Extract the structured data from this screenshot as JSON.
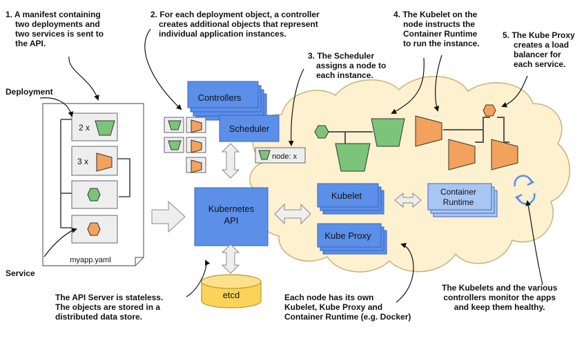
{
  "annotations": {
    "step1": [
      "1. A manifest containing",
      "two deployments and",
      "two services is sent to",
      "the API."
    ],
    "step2": [
      "2. For each deployment object, a controller",
      "creates additional objects that represent",
      "individual application instances."
    ],
    "step3": [
      "3. The Scheduler",
      "assigns a node to",
      "each instance."
    ],
    "step4": [
      "4. The Kubelet on the",
      "node instructs the",
      "Container Runtime",
      "to run the instance."
    ],
    "step5": [
      "5. The Kube Proxy",
      "creates a load",
      "balancer for",
      "each service."
    ],
    "deployment": "Deployment",
    "service": "Service",
    "api_server_note": [
      "The API Server is stateless.",
      "The objects are stored in a",
      "distributed data store."
    ],
    "node_note": [
      "Each node has its own",
      "Kubelet, Kube Proxy and",
      "Container Runtime (e.g. Docker)"
    ],
    "kubelet_note": [
      "The Kubelets and the various",
      "controllers monitor the apps",
      "and keep them healthy."
    ]
  },
  "manifest": {
    "filename": "myapp.yaml",
    "deploy1_count": "2 x",
    "deploy2_count": "3 x"
  },
  "components": {
    "controllers": "Controllers",
    "scheduler": "Scheduler",
    "api": [
      "Kubernetes",
      "API"
    ],
    "etcd": "etcd",
    "kubelet": "Kubelet",
    "kube_proxy": "Kube Proxy",
    "container_runtime": [
      "Container",
      "Runtime"
    ],
    "node_tag": "node: x"
  },
  "colors": {
    "blue": "#5b8fe8",
    "blue_stroke": "#3a66c4",
    "light_blue": "#a9c5f2",
    "green": "#7cc47a",
    "orange": "#f2a25c",
    "cloud": "#fdf1cf",
    "etcd": "#fbd35a"
  }
}
